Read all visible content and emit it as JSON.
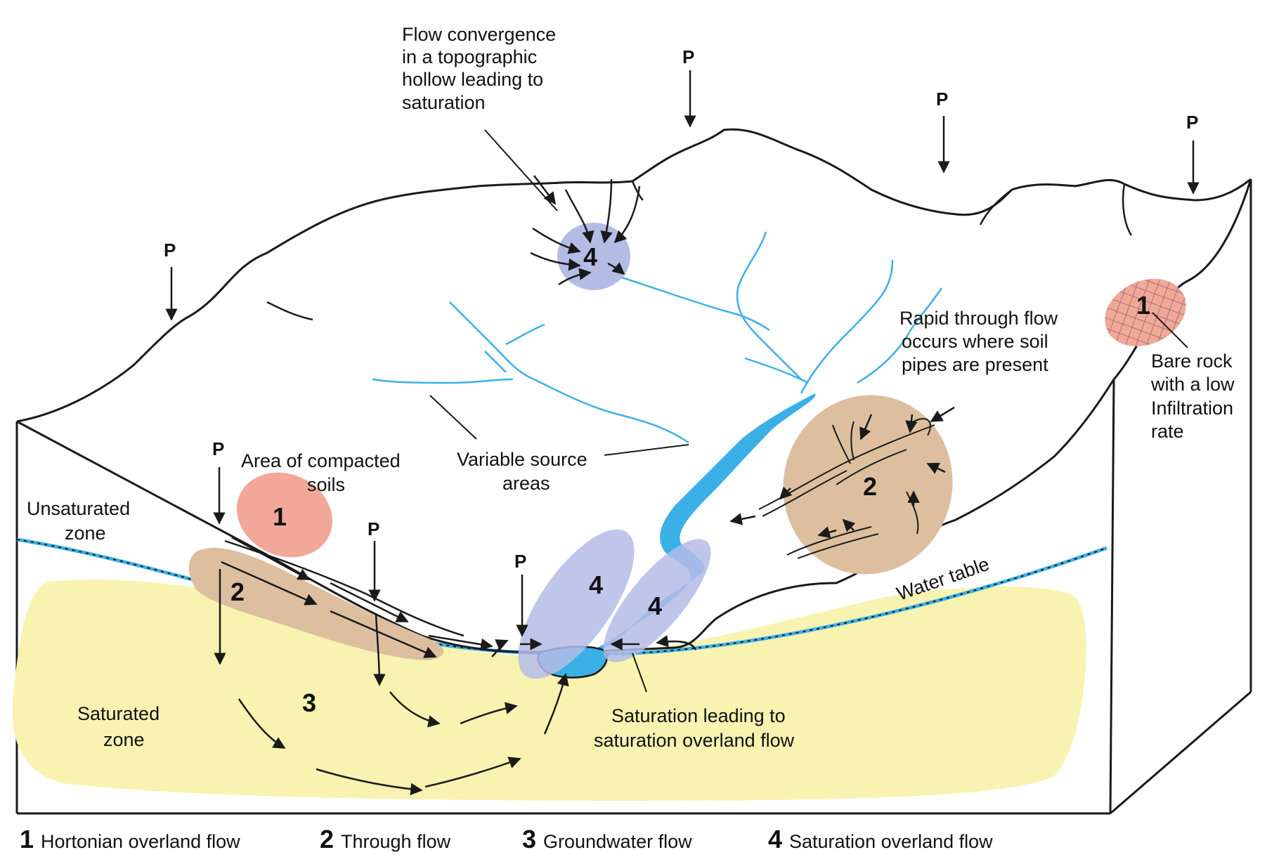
{
  "colors": {
    "hortonian": "#F2A898",
    "through_flow": "#DDBFA0",
    "saturated_zone": "#F8F3B0",
    "saturation_overland": "#B4BCE6",
    "stream": "#3BB0E6",
    "water_table": "#3BB0E6",
    "outline": "#1a1a1a"
  },
  "labels": {
    "flow_convergence": [
      "Flow convergence",
      "in a topographic",
      "hollow leading to",
      "saturation"
    ],
    "rapid_through_flow": [
      "Rapid through flow",
      "occurs where soil",
      "pipes are present"
    ],
    "bare_rock": [
      "Bare rock",
      "with a low",
      "Infiltration",
      "rate"
    ],
    "compacted_soils": [
      "Area of compacted",
      "soils"
    ],
    "unsaturated_zone": [
      "Unsaturated",
      "zone"
    ],
    "variable_source": [
      "Variable source",
      "areas"
    ],
    "water_table": "Water table",
    "saturated_zone": [
      "Saturated",
      "zone"
    ],
    "saturation_leading": [
      "Saturation leading to",
      "saturation overland flow"
    ],
    "precipitation": "P"
  },
  "numbers": {
    "one": "1",
    "two": "2",
    "three": "3",
    "four": "4"
  },
  "legend": [
    {
      "number": "1",
      "label": "Hortonian overland flow"
    },
    {
      "number": "2",
      "label": "Through flow"
    },
    {
      "number": "3",
      "label": "Groundwater flow"
    },
    {
      "number": "4",
      "label": "Saturation overland flow"
    }
  ]
}
